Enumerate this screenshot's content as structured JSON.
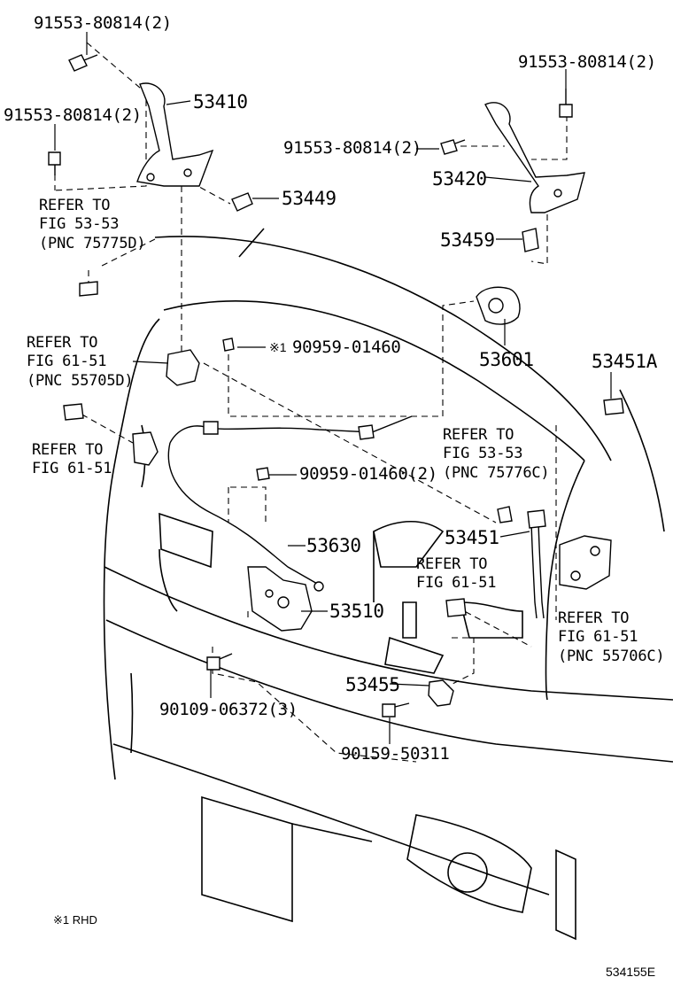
{
  "parts": {
    "bolt_a": "91553-80814(2)",
    "bolt_b": "91553-80814(2)",
    "bolt_c": "91553-80814(2)",
    "bolt_d": "91553-80814(2)",
    "hinge_left": "53410",
    "hinge_right": "53420",
    "clip_a": "53449",
    "clip_b": "53459",
    "lock_ctrl": "53601",
    "cushion_a": "53451A",
    "clip_rhd": "90959-01460",
    "clip_c": "90959-01460(2)",
    "cable": "53630",
    "prop_rod": "53451",
    "lock_assy": "53510",
    "support": "53455",
    "bolt_e": "90109-06372(3)",
    "bolt_f": "90159-50311"
  },
  "refs": {
    "ref_75775d": "REFER TO\nFIG 53-53\n(PNC 75775D)",
    "ref_55705d": "REFER TO\nFIG 61-51\n(PNC 55705D)",
    "ref_61_51_left": "REFER TO\nFIG 61-51",
    "ref_75776c": "REFER TO\nFIG 53-53\n(PNC 75776C)",
    "ref_61_51_mid": "REFER TO\nFIG 61-51",
    "ref_55706c": "REFER TO\nFIG 61-51\n(PNC 55706C)"
  },
  "notes": {
    "rhd_mark": "※1",
    "footnote": "※1 RHD",
    "figure_id": "534155E"
  }
}
